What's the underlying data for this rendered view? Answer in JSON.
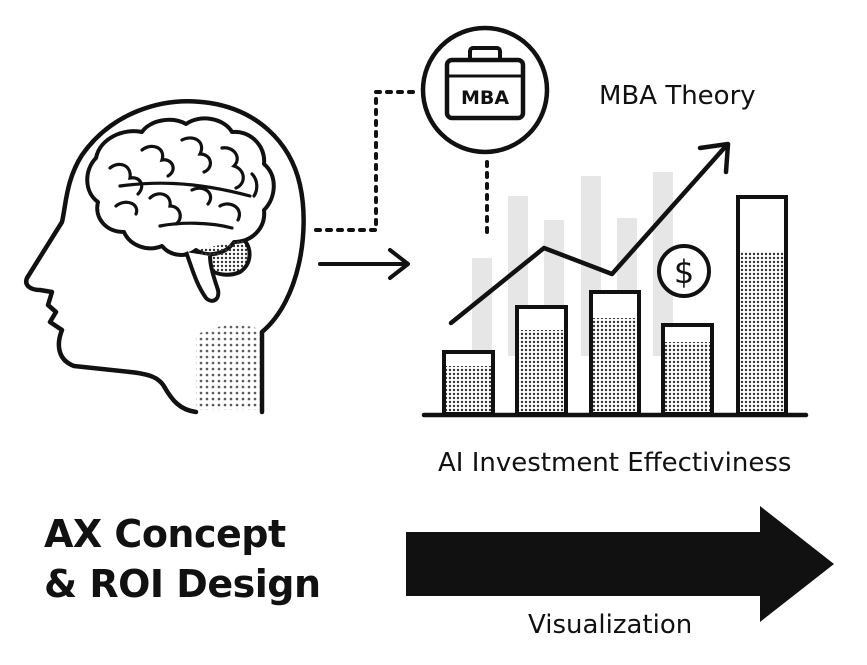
{
  "labels": {
    "mba_theory": "MBA Theory",
    "ai_investment": "AI Investment Effectiviness",
    "visualization": "Visualization",
    "briefcase_text": "MBA",
    "dollar_symbol": "$"
  },
  "title": {
    "line1": "AX Concept",
    "line2": "& ROI Design"
  },
  "colors": {
    "ink": "#111111",
    "light_bar": "#e6e6e6",
    "halftone": "#444444"
  },
  "icons": {
    "head": "human-head-profile-icon",
    "brain": "brain-icon",
    "briefcase": "briefcase-icon",
    "dollar": "dollar-coin-icon",
    "trend": "trend-up-arrow-icon"
  }
}
